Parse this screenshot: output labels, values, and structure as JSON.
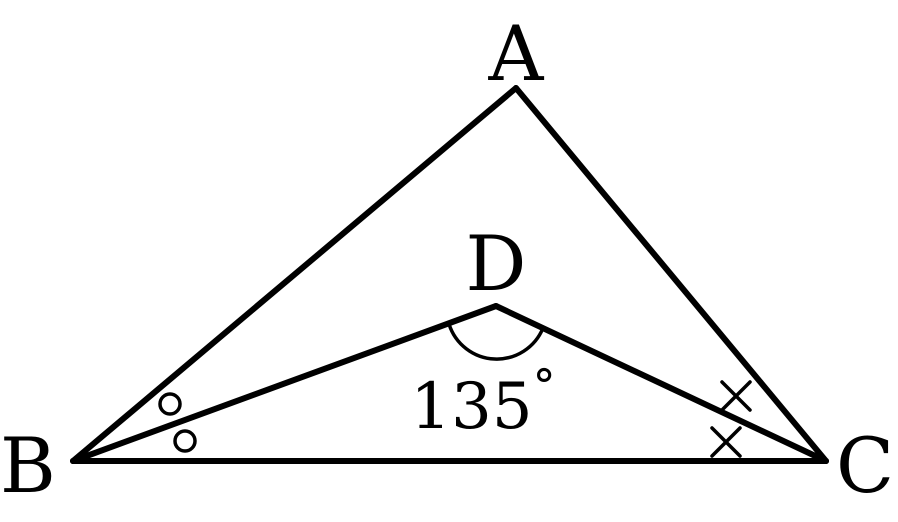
{
  "vertices": {
    "A": "A",
    "B": "B",
    "C": "C",
    "D": "D"
  },
  "angle_BDC": {
    "value": "135",
    "unit": "°"
  },
  "edges": [
    "AB",
    "AC",
    "BC",
    "BD",
    "DC"
  ],
  "angle_marks": {
    "angle_B_halves": "circle",
    "angle_C_halves": "cross"
  },
  "colors": {
    "stroke": "#000000",
    "background": "#ffffff"
  }
}
